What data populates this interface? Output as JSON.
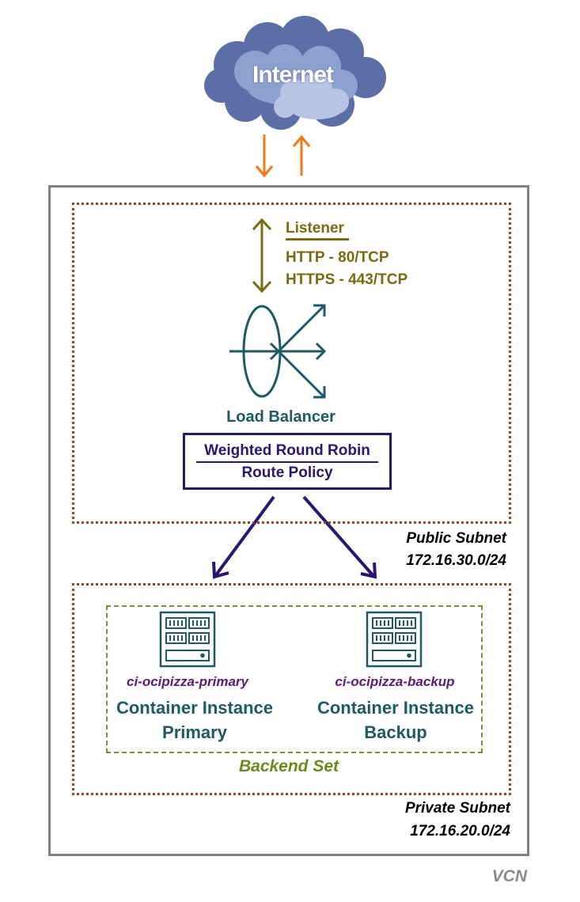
{
  "internet": {
    "label": "Internet"
  },
  "public_subnet": {
    "name": "Public Subnet",
    "cidr": "172.16.30.0/24"
  },
  "listener": {
    "title": "Listener",
    "protocols": [
      "HTTP - 80/TCP",
      "HTTPS - 443/TCP"
    ]
  },
  "load_balancer": {
    "label": "Load Balancer"
  },
  "route_policy": {
    "line1": "Weighted Round Robin",
    "line2": "Route Policy"
  },
  "private_subnet": {
    "name": "Private Subnet",
    "cidr": "172.16.20.0/24"
  },
  "backend_set": {
    "label": "Backend Set",
    "instances": [
      {
        "name": "ci-ocipizza-primary",
        "title_line1": "Container Instance",
        "title_line2": "Primary"
      },
      {
        "name": "ci-ocipizza-backup",
        "title_line1": "Container Instance",
        "title_line2": "Backup"
      }
    ]
  },
  "vcn": {
    "label": "VCN"
  },
  "colors": {
    "internet_arrows": "#f07a1a",
    "listener": "#7a6a10",
    "load_balancer": "#1d5a63",
    "route_policy": "#2a1670",
    "subnet_border": "#8b4a26",
    "backend_border": "#77903a",
    "instance_name": "#5b1a7a",
    "vcn_border": "#808080"
  }
}
